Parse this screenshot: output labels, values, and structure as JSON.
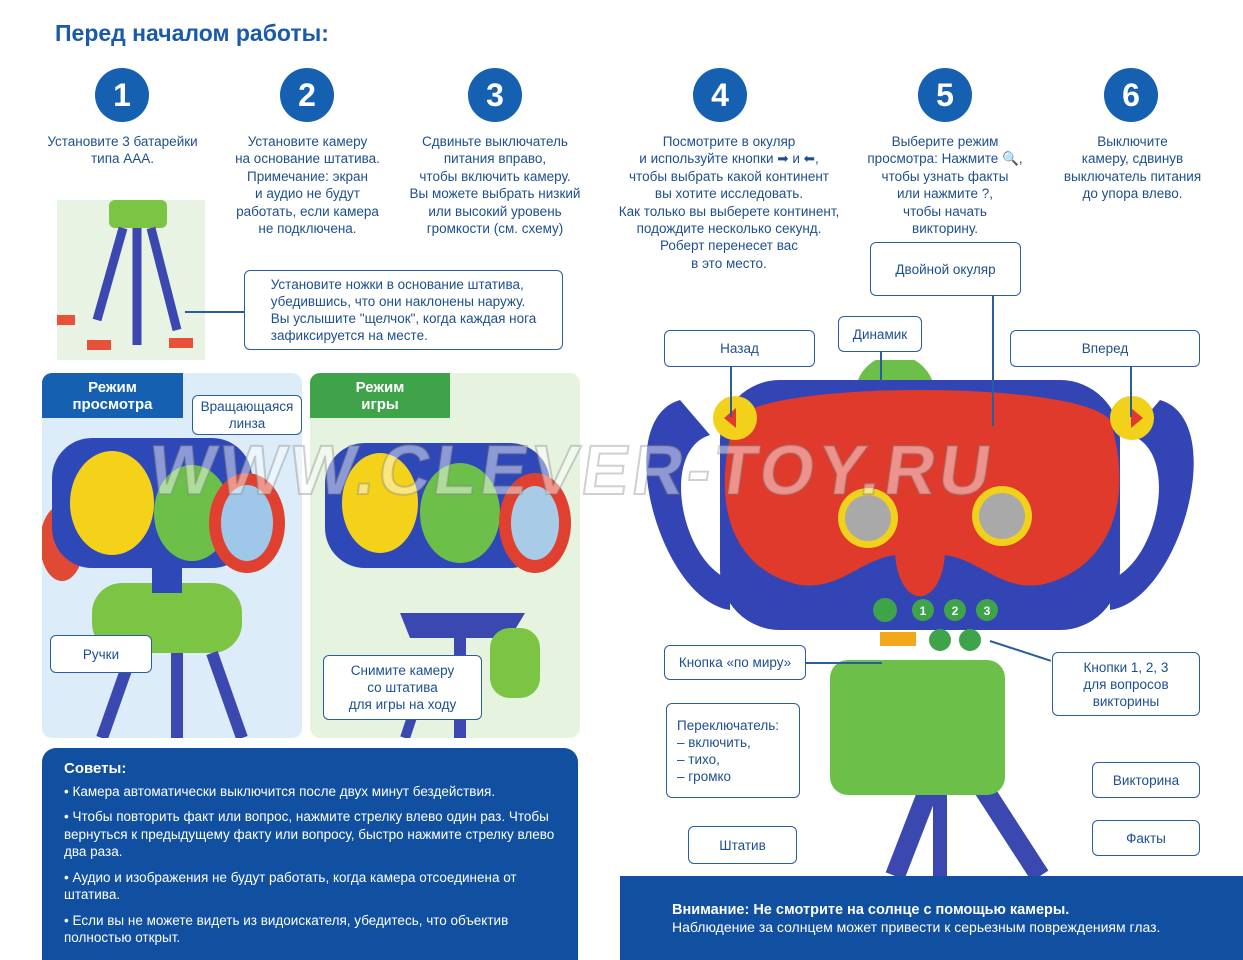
{
  "title": "Перед началом работы:",
  "steps": [
    {
      "num": "1",
      "text": "Установите 3 батарейки\nтипа AAA."
    },
    {
      "num": "2",
      "text": "Установите камеру\nна основание штатива.\nПримечание: экран\nи аудио не будут\nработать, если камера\nне подключена."
    },
    {
      "num": "3",
      "text": "Сдвиньте выключатель\nпитания вправо,\nчтобы включить камеру.\nВы можете выбрать низкий\nили высокий уровень\nгромкости (см. схему)"
    },
    {
      "num": "4",
      "text": "Посмотрите в окуляр\nи используйте кнопки ➡ и ⬅,\nчтобы выбрать какой континент\nвы хотите исследовать.\nКак только вы выберете континент,\nподождите несколько секунд.\nРоберт перенесет вас\nв это место."
    },
    {
      "num": "5",
      "text": "Выберите режим\nпросмотра: Нажмите 🔍,\nчтобы узнать  факты\nили нажмите ?,\nчтобы начать\nвикторину."
    },
    {
      "num": "6",
      "text": "Выключите\nкамеру, сдвинув\nвыключатель питания\nдо упора влево."
    }
  ],
  "tripod_callout": "Установите ножки в основание штатива,\nубедившись, что они наклонены наружу.\nВы  услышите \"щелчок\", когда каждая нога\nзафиксируется на месте.",
  "modes": {
    "view": {
      "label": "Режим\nпросмотра",
      "lens": "Вращающаяся\nлинза",
      "handles": "Ручки"
    },
    "game": {
      "label": "Режим\nигры",
      "detach": "Снимите камеру\nсо штатива\nдля игры на ходу"
    }
  },
  "labels": {
    "eyepiece": "Двойной окуляр",
    "speaker": "Динамик",
    "back": "Назад",
    "forward": "Вперед",
    "world_button": "Кнопка «по миру»",
    "quiz_buttons": "Кнопки 1, 2, 3\nдля вопросов\nвикторины",
    "switch": "Переключатель:\n– включить,\n– тихо,\n– громко",
    "quiz": "Викторина",
    "tripod": "Штатив",
    "facts": "Факты"
  },
  "camera_buttons": [
    "1",
    "2",
    "3"
  ],
  "tips": {
    "title": "Советы:",
    "items": [
      "• Камера автоматически выключится после двух минут бездействия.",
      "• Чтобы повторить факт или вопрос, нажмите стрелку влево один раз. Чтобы вернуться к предыдущему факту или вопросу, быстро нажмите стрелку влево два раза.",
      "• Аудио и изображения не будут работать, когда камера отсоединена от штатива.",
      "• Если вы не можете видеть из видоискателя, убедитесь, что объектив полностью открыт."
    ]
  },
  "warning": {
    "title": "Внимание: Не смотрите на солнце с помощью камеры.",
    "text": "Наблюдение за солнцем может привести к серьезным повреждениям глаз."
  },
  "watermark": "WWW.CLEVER-TOY.RU",
  "colors": {
    "blue": "#1560b0",
    "dark_blue": "#1150a0",
    "green": "#6cc04a",
    "red": "#e03a2c",
    "yellow": "#f5d200"
  }
}
